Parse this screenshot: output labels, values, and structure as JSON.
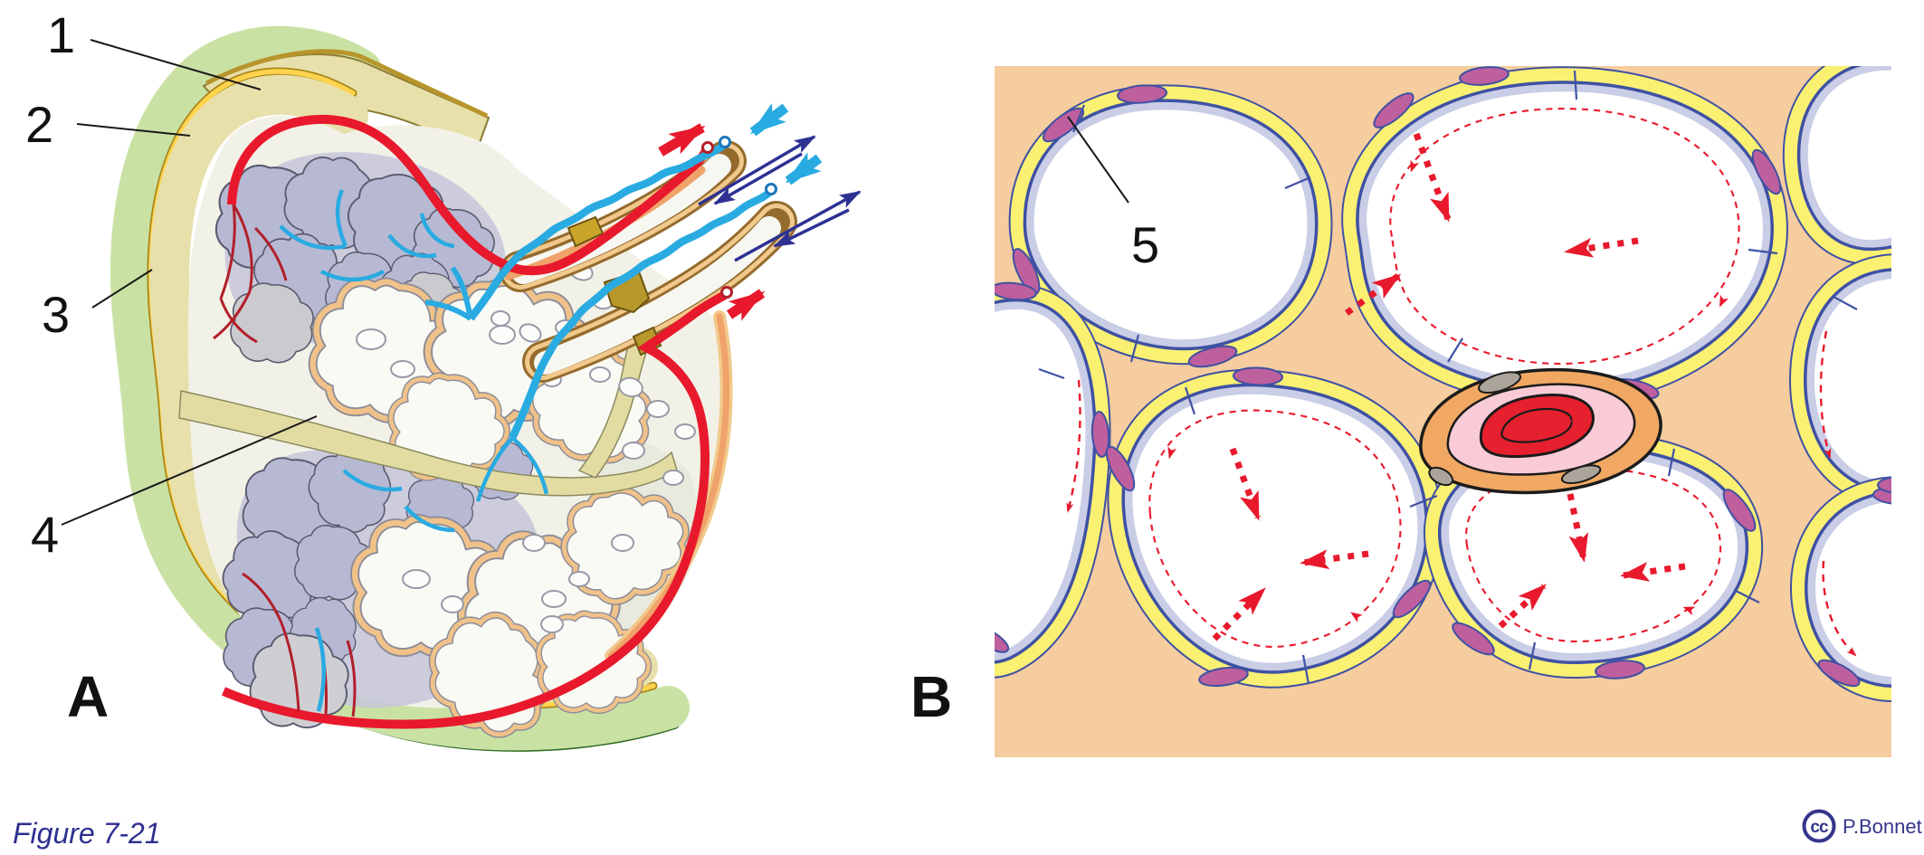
{
  "figure": {
    "caption": "Figure 7-21",
    "credit_cc": "cc",
    "credit_author": "P.Bonnet"
  },
  "panel_a": {
    "letter": "A",
    "label_1": "1",
    "label_2": "2",
    "label_3": "3",
    "label_4": "4"
  },
  "panel_b": {
    "letter": "B",
    "label_5": "5"
  },
  "colors": {
    "capsule_green_rim": "#54B948",
    "capsule_light_green": "#C9E2A4",
    "capsule_yellow_line": "#FFD34D",
    "capsule_khaki": "#E8E0AB",
    "gland_interior_ivory": "#F2F1E7",
    "lobule_lavender": "#B7B9D3",
    "lobule_outline_tan": "#F0C289",
    "artery_red": "#E8192C",
    "vein_light_blue": "#29ABE2",
    "duct_flow_navy": "#2E3192",
    "interstitium_orange": "#F5CD9E",
    "myoepithelium_yellow": "#FAF173",
    "basal_lamina_lavender": "#C9CDE6",
    "membrane_line_blue": "#3F51A3",
    "myoepithelial_nucleus_magenta": "#BE5F9E",
    "capillary_wall_orange": "#F0A863",
    "capillary_lumen_pink": "#F8CBD6",
    "red_blood_cell_red": "#E6202E",
    "caption_navy": "#2D2F8F"
  }
}
